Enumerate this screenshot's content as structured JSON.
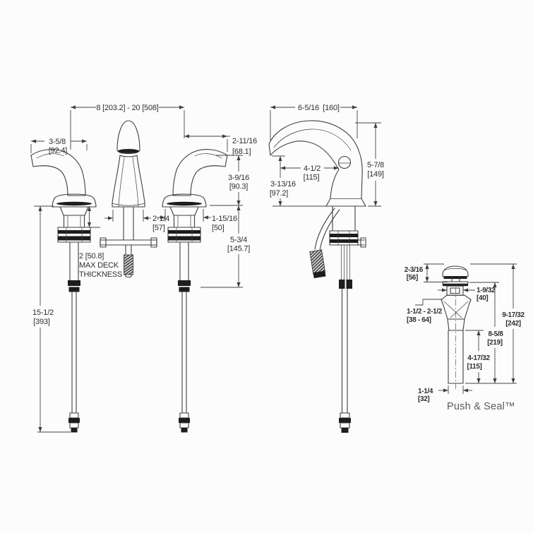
{
  "meta": {
    "description": "Widespread lavatory faucet installation dimension drawing",
    "background_color": "#fcfcfc",
    "line_color": "#3f3f3f",
    "text_color": "#2f2f2f",
    "brand_text_color": "#5a5a5a"
  },
  "dims": {
    "spread": {
      "label": "8 [203.2] - 20 [508]"
    },
    "handle_length": {
      "in": "3-5/8",
      "mm": "[92.4]"
    },
    "handle_reach": {
      "in": "2-11/16",
      "mm": "[68.1]"
    },
    "handle_height": {
      "in": "3-9/16",
      "mm": "[90.3]"
    },
    "handle_hub": {
      "in": "2-1/4",
      "mm": "[57]"
    },
    "escutcheon_width": {
      "in": "1-15/16",
      "mm": "[50]"
    },
    "valve_depth": {
      "in": "5-3/4",
      "mm": "[145.7]"
    },
    "max_deck": {
      "line1": "2 [50.8]",
      "line2": "MAX DECK",
      "line3": "THICKNESS"
    },
    "supply_length": {
      "in": "15-1/2",
      "mm": "[393]"
    },
    "spout_overall_reach": {
      "in": "6-5/16",
      "mm": "[160]"
    },
    "spout_reach": {
      "in": "4-1/2",
      "mm": "[115]"
    },
    "outlet_height": {
      "in": "3-13/16",
      "mm": "[97.2]"
    },
    "spout_height": {
      "in": "5-7/8",
      "mm": "[149]"
    },
    "drain_flange": {
      "in": "2-3/16",
      "mm": "[56]"
    },
    "drain_neck": {
      "in": "1-9/32",
      "mm": "[40]"
    },
    "drain_deck_range": {
      "in": "1-1/2 - 2-1/2",
      "mm": "[38 - 64]"
    },
    "drain_overall": {
      "in": "9-17/32",
      "mm": "[242]"
    },
    "drain_below_flange": {
      "in": "8-5/8",
      "mm": "[219]"
    },
    "drain_tailpiece": {
      "in": "4-17/32",
      "mm": "[115]"
    },
    "drain_tail_dia": {
      "in": "1-1/4",
      "mm": "[32]"
    },
    "drain_feature": "Push & Seal™"
  }
}
